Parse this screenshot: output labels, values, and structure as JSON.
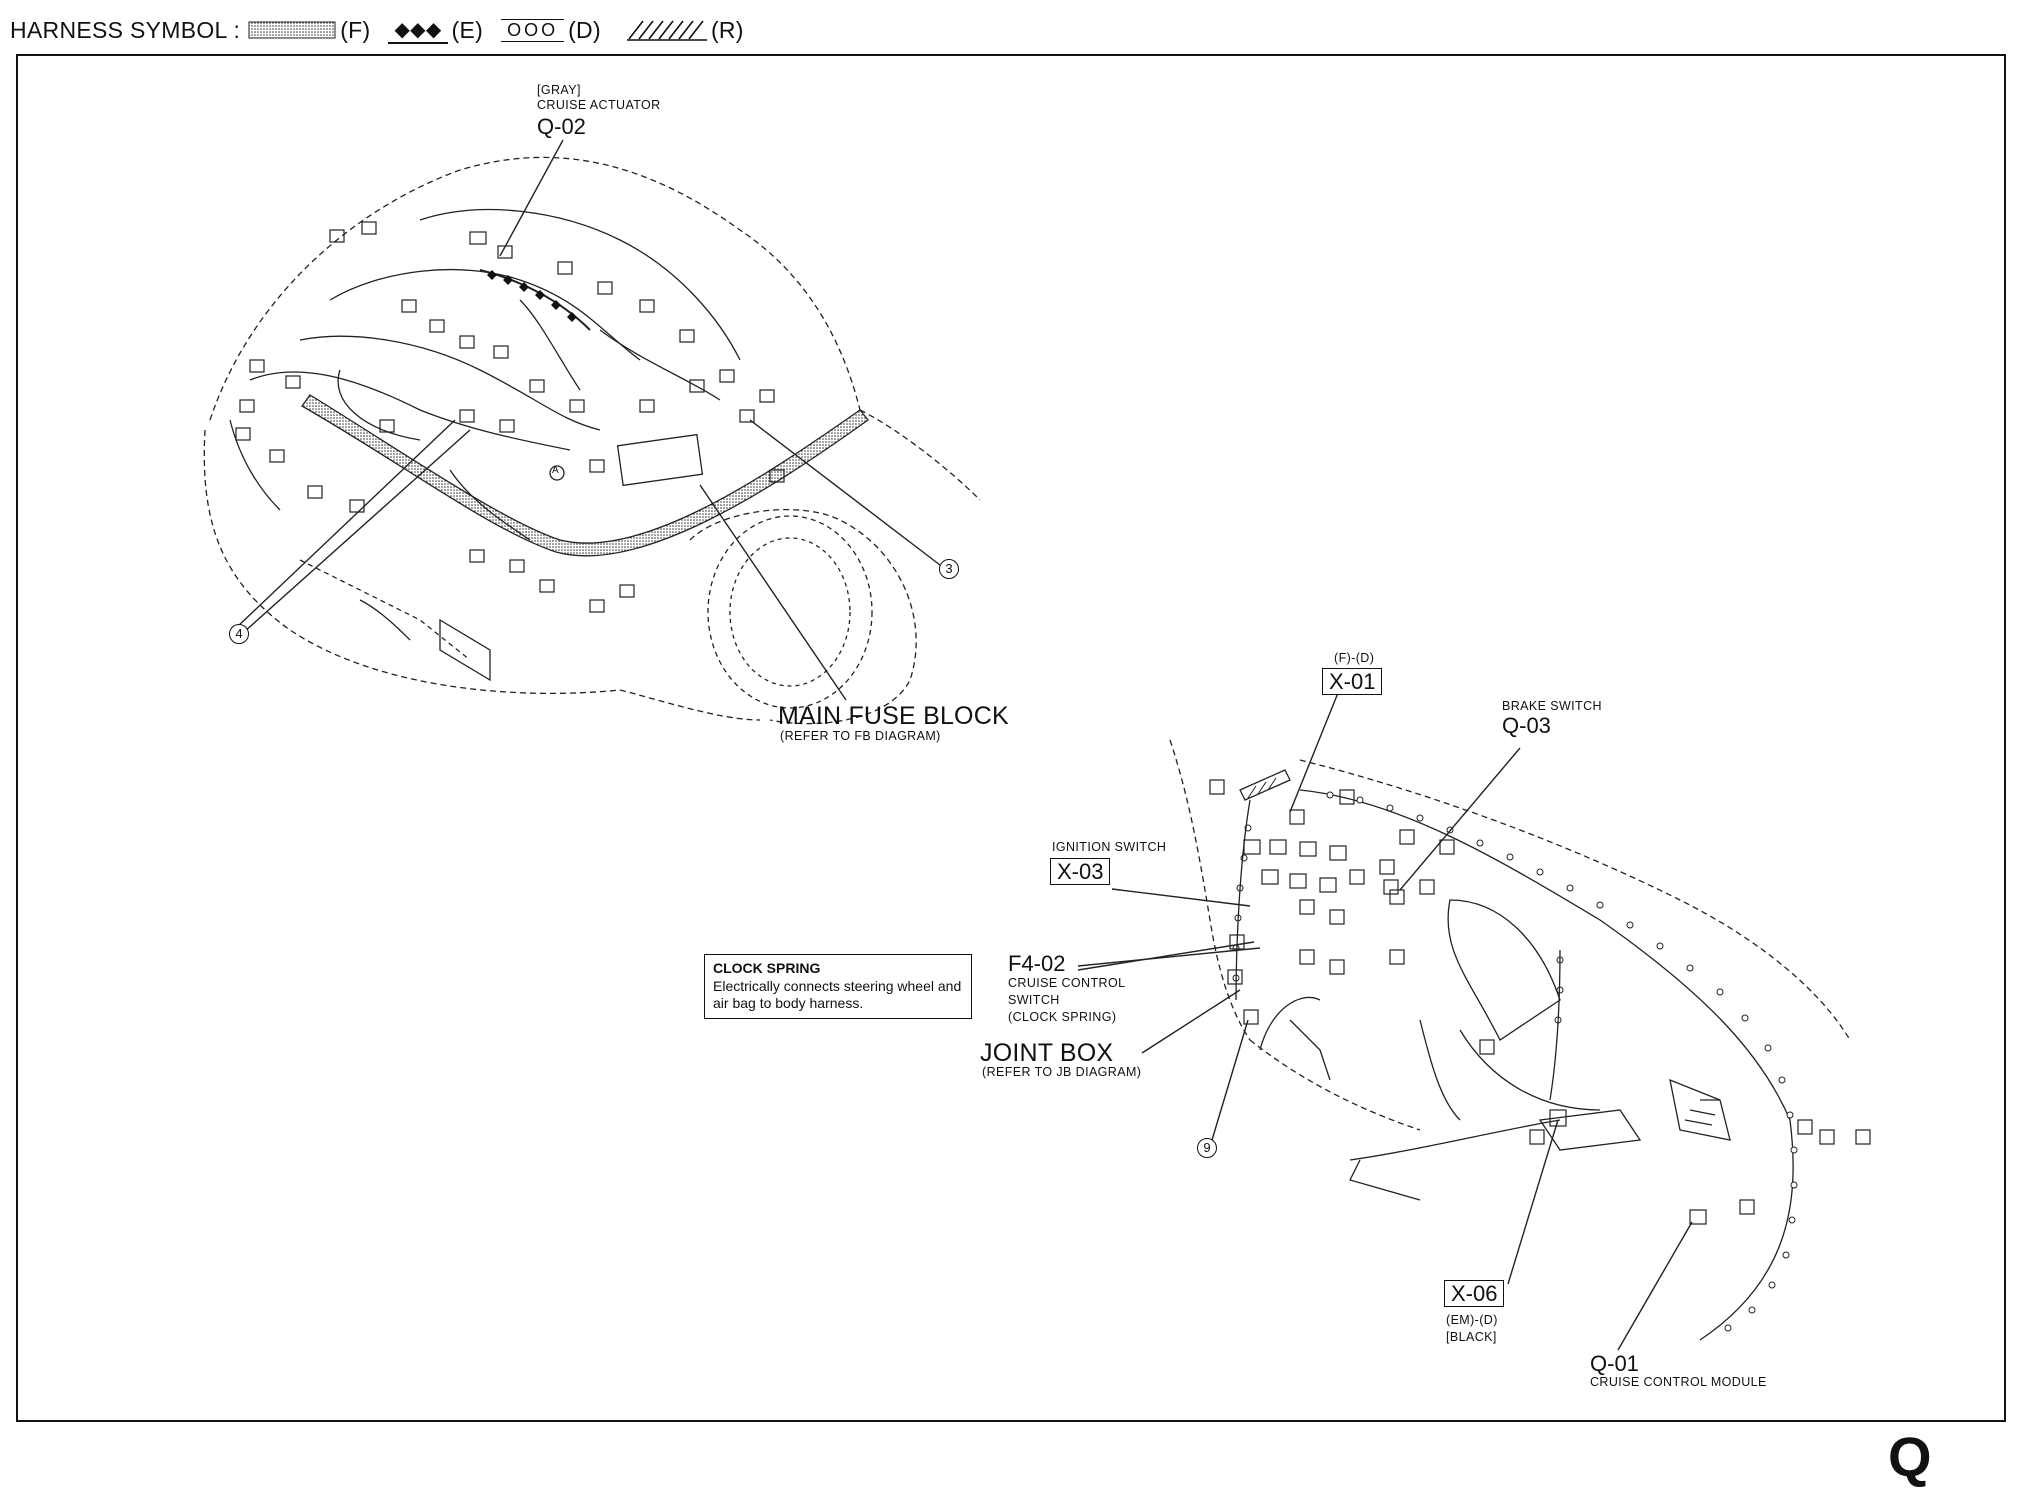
{
  "legend": {
    "title": "HARNESS SYMBOL :",
    "symbols": [
      {
        "code": "(F)",
        "pattern": "dotted-fill"
      },
      {
        "code": "(E)",
        "pattern": "diamonds"
      },
      {
        "code": "(D)",
        "pattern": "circles"
      },
      {
        "code": "(R)",
        "pattern": "hatched"
      }
    ],
    "diamond_glyphs": "◆◆◆",
    "circle_glyphs": "OOO"
  },
  "engine_bay": {
    "cruise_actuator": {
      "color_tag": "[GRAY]",
      "name": "CRUISE ACTUATOR",
      "code": "Q-02"
    },
    "main_fuse_block": {
      "name": "MAIN FUSE BLOCK",
      "note": "(REFER TO FB DIAGRAM)"
    },
    "ground_3": "3",
    "ground_4": "4",
    "marker_a": "A"
  },
  "dashboard": {
    "x01": {
      "harness": "(F)-(D)",
      "code": "X-01"
    },
    "brake_switch": {
      "name": "BRAKE SWITCH",
      "code": "Q-03"
    },
    "ignition_switch": {
      "name": "IGNITION SWITCH",
      "code": "X-03"
    },
    "f402": {
      "code": "F4-02",
      "line1": "CRUISE CONTROL",
      "line2": "SWITCH",
      "line3": "(CLOCK SPRING)"
    },
    "clock_spring_note": {
      "title": "CLOCK SPRING",
      "text": "Electrically connects steering wheel and air bag to body harness."
    },
    "joint_box": {
      "name": "JOINT BOX",
      "note": "(REFER TO JB DIAGRAM)"
    },
    "ground_9": "9",
    "x06": {
      "code": "X-06",
      "harness": "(EM)-(D)",
      "color_tag": "[BLACK]"
    },
    "q01": {
      "code": "Q-01",
      "name": "CRUISE CONTROL MODULE"
    }
  },
  "page_letter": "Q"
}
